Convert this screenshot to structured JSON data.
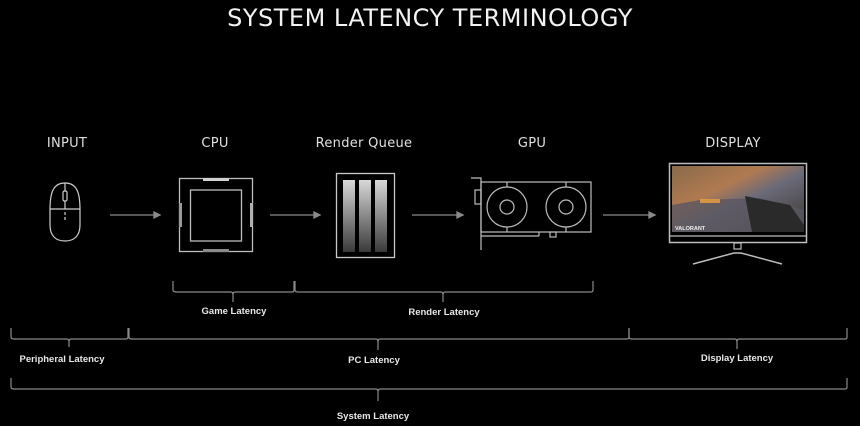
{
  "title": "SYSTEM LATENCY TERMINOLOGY",
  "stages": [
    {
      "label": "INPUT",
      "icon": "mouse-icon"
    },
    {
      "label": "CPU",
      "icon": "cpu-icon"
    },
    {
      "label": "Render Queue",
      "icon": "render-queue-icon"
    },
    {
      "label": "GPU",
      "icon": "gpu-icon"
    },
    {
      "label": "DISPLAY",
      "icon": "monitor-icon"
    }
  ],
  "display_screen_text": "VALORANT",
  "brackets": {
    "game_latency": "Game Latency",
    "render_latency": "Render Latency",
    "peripheral_latency": "Peripheral Latency",
    "pc_latency": "PC Latency",
    "display_latency": "Display Latency",
    "system_latency": "System Latency"
  },
  "colors": {
    "background": "#000000",
    "line": "#8a8a8a",
    "text": "#e6e6e6"
  }
}
